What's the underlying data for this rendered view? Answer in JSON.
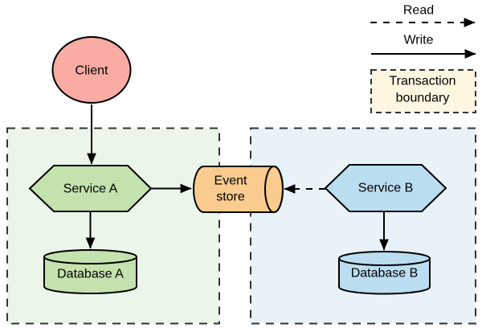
{
  "diagram": {
    "legend": {
      "read_label": "Read",
      "write_label": "Write",
      "transaction_label_line1": "Transaction",
      "transaction_label_line2": "boundary",
      "transaction_box_fill": "#FEF6E1",
      "arrow_color": "#000000"
    },
    "nodes": {
      "client": {
        "label": "Client",
        "shape": "ellipse",
        "fill": "#F9ABA4"
      },
      "service_a": {
        "label": "Service A",
        "shape": "hexagon",
        "fill": "#C3E2AE"
      },
      "service_b": {
        "label": "Service B",
        "shape": "hexagon",
        "fill": "#BBDDF0"
      },
      "event_store": {
        "label_line1": "Event",
        "label_line2": "store",
        "shape": "horizontal-cylinder",
        "fill": "#FACB8E"
      },
      "database_a": {
        "label": "Database A",
        "shape": "cylinder",
        "fill": "#C3E2AE"
      },
      "database_b": {
        "label": "Database B",
        "shape": "cylinder",
        "fill": "#BBDDF0"
      }
    },
    "boundaries": {
      "boundary_a": {
        "fill": "#ECF5E9",
        "stroke": "#333333"
      },
      "boundary_b": {
        "fill": "#E9F1F9",
        "stroke": "#333333"
      }
    },
    "edges": [
      {
        "from": "client",
        "to": "service_a",
        "type": "write"
      },
      {
        "from": "service_a",
        "to": "event_store",
        "type": "write"
      },
      {
        "from": "service_a",
        "to": "database_a",
        "type": "write"
      },
      {
        "from": "service_b",
        "to": "event_store",
        "type": "read"
      },
      {
        "from": "service_b",
        "to": "database_b",
        "type": "write"
      }
    ]
  }
}
